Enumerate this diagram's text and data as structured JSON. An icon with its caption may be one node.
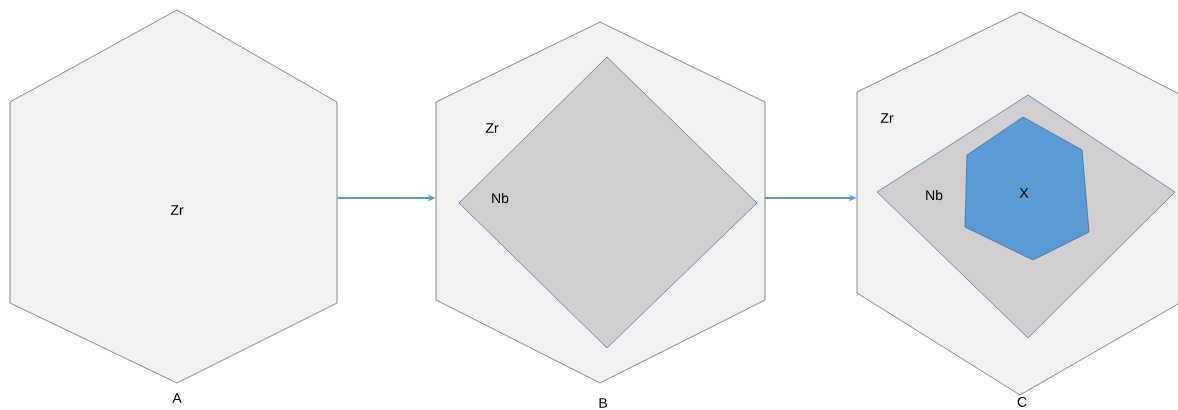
{
  "diagram": {
    "nodes": [
      {
        "text": [
          "Zr"
        ],
        "beside": [
          "A"
        ]
      },
      {
        "text": [
          "Zr"
        ],
        "beside": [
          "B"
        ]
      },
      {
        "text": [
          "Nb"
        ],
        "in": 1
      },
      {
        "text": [
          "Zr"
        ],
        "beside": [
          "C"
        ]
      },
      {
        "text": [
          "Nb"
        ],
        "in": 3
      },
      {
        "text": [
          "X"
        ],
        "in": 4
      }
    ],
    "edges": [
      {
        "from": 0,
        "to": 1,
        "arrow": "to"
      },
      {
        "from": 1,
        "to": 3,
        "arrow": "to"
      }
    ]
  }
}
